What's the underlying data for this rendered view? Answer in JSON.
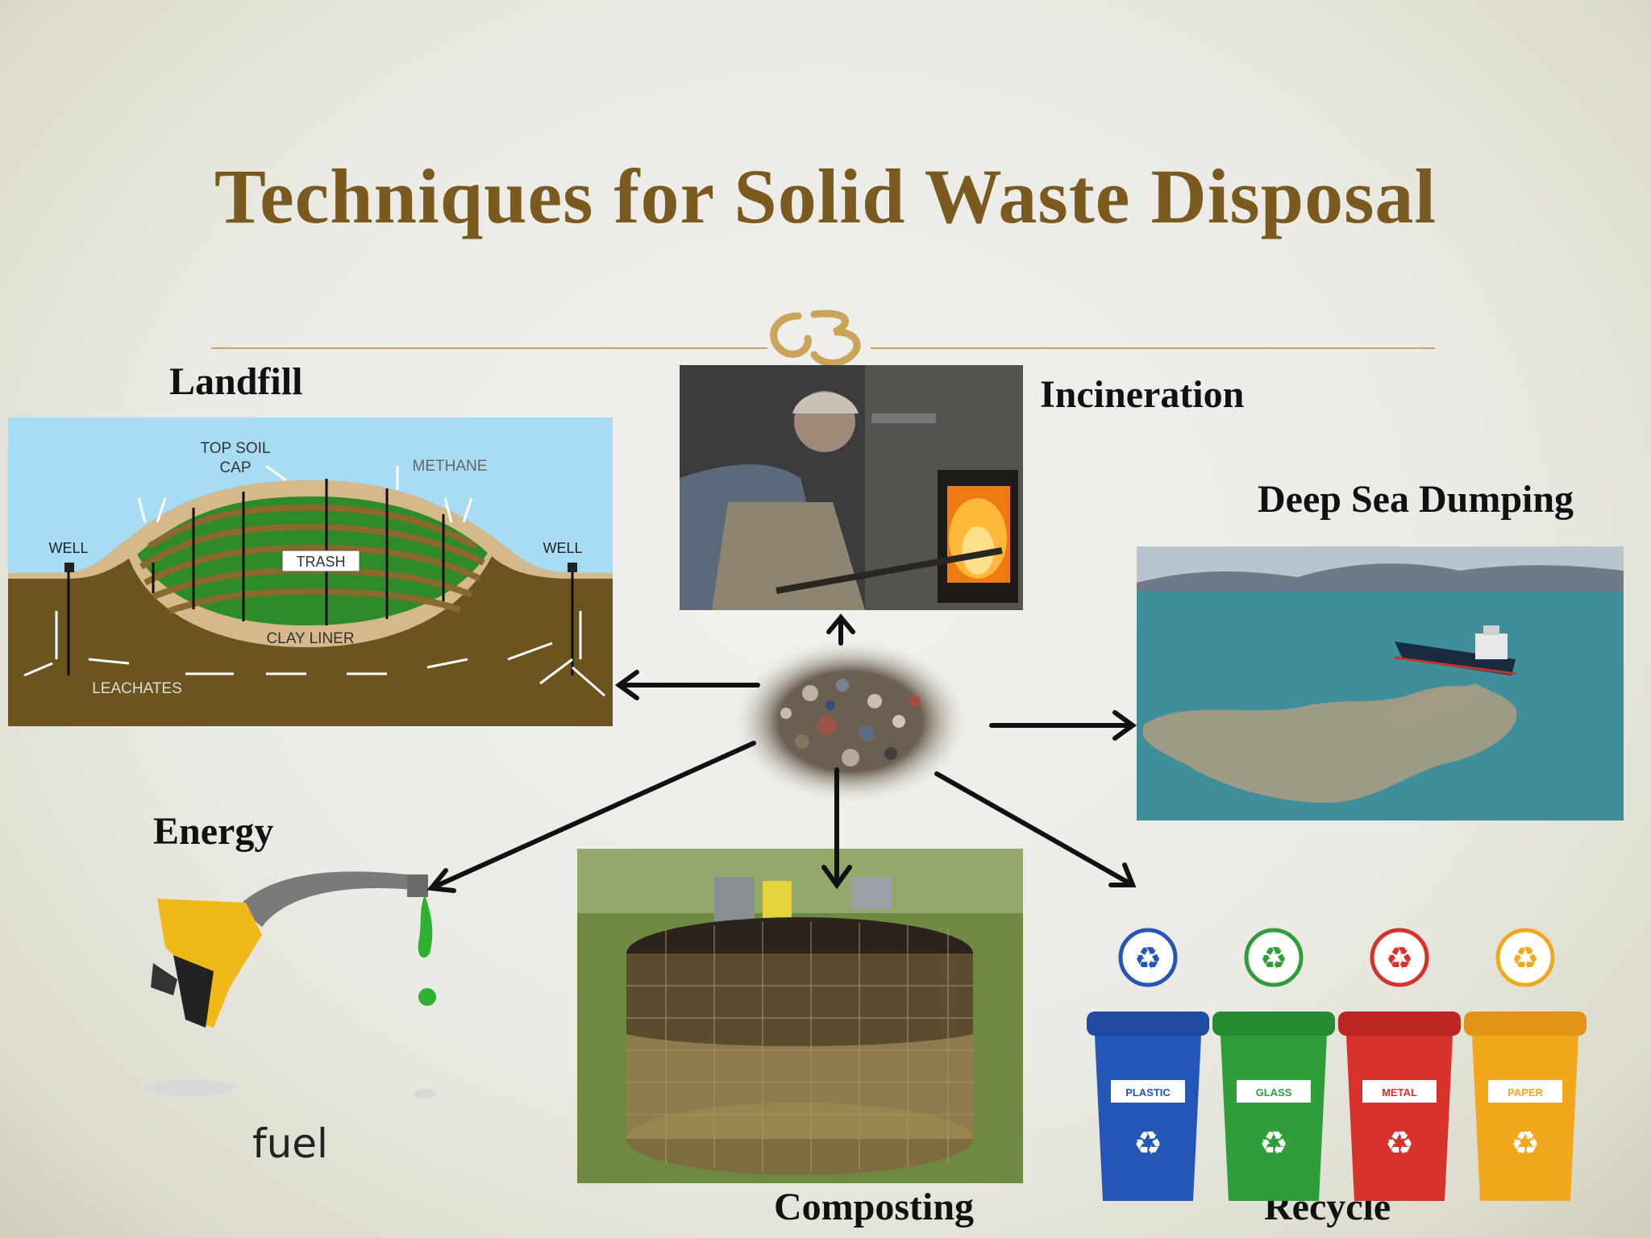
{
  "slide": {
    "title": "Techniques for Solid Waste Disposal"
  },
  "methods": {
    "landfill": "Landfill",
    "incineration": "Incineration",
    "deep_sea": "Deep Sea Dumping",
    "energy": "Energy",
    "composting": "Composting",
    "recycle": "Recycle"
  },
  "landfill_diagram": {
    "top_soil": "TOP SOIL",
    "cap": "CAP",
    "methane": "METHANE",
    "well_left": "WELL",
    "well_right": "WELL",
    "trash": "TRASH",
    "clay_liner": "CLAY LINER",
    "leachates": "LEACHATES"
  },
  "energy_image": {
    "caption": "fuel"
  },
  "recycle_bins": [
    "PLASTIC",
    "GLASS",
    "METAL",
    "PAPER"
  ],
  "colors": {
    "title": "#7a5a1e",
    "accent": "#c9a45a",
    "bin_plastic": "#2456b8",
    "bin_glass": "#2f9e3a",
    "bin_metal": "#d8302a",
    "bin_paper": "#f0a81c"
  }
}
